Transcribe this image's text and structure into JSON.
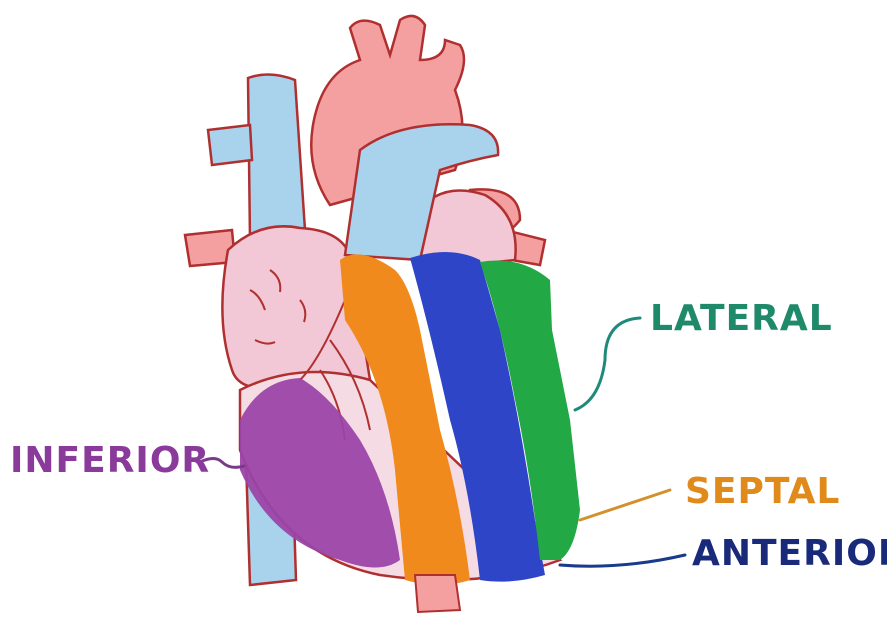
{
  "labels": {
    "lateral": "LATERAL",
    "septal": "SEPTAL",
    "anterior": "ANTERIOR",
    "inferior": "INFERIOR"
  },
  "colors": {
    "lateral": "#22a845",
    "septal": "#f18a1c",
    "anterior": "#2f45c8",
    "inferior": "#9b45a8",
    "vessel_blue": "#a9d3ec",
    "aorta_pink": "#f5a0a0",
    "heart_pink": "#f2c7d6",
    "outline": "#b03030"
  }
}
